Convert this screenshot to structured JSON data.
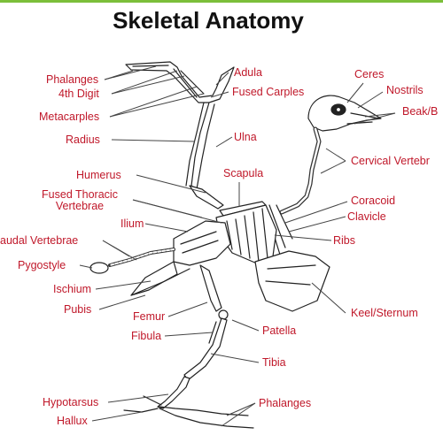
{
  "title": "Skeletal Anatomy",
  "colors": {
    "label": "#c0182a",
    "leader": "#444444",
    "bone": "#222222",
    "accent": "#7cbf3a"
  },
  "labels": {
    "phalanges_wing": "Phalanges",
    "digit4": "4th Digit",
    "metacarples": "Metacarples",
    "radius": "Radius",
    "humerus": "Humerus",
    "fused_thoracic": "Fused Thoracic",
    "vertebrae": "Vertebrae",
    "ilium": "Ilium",
    "caudal": "audal Vertebrae",
    "pygostyle": "Pygostyle",
    "ischium": "Ischium",
    "pubis": "Pubis",
    "femur": "Femur",
    "fibula": "Fibula",
    "hypotarsus": "Hypotarsus",
    "hallux": "Hallux",
    "adula": "Adula",
    "fused_carples": "Fused  Carples",
    "ulna": "Ulna",
    "scapula": "Scapula",
    "ceres": "Ceres",
    "nostrils": "Nostrils",
    "beak": "Beak/B",
    "cervical": "Cervical Vertebr",
    "coracoid": "Coracoid",
    "clavicle": "Clavicle",
    "ribs": "Ribs",
    "keel": "Keel/Sternum",
    "patella": "Patella",
    "tibia": "Tibia",
    "phalanges_foot": "Phalanges"
  }
}
